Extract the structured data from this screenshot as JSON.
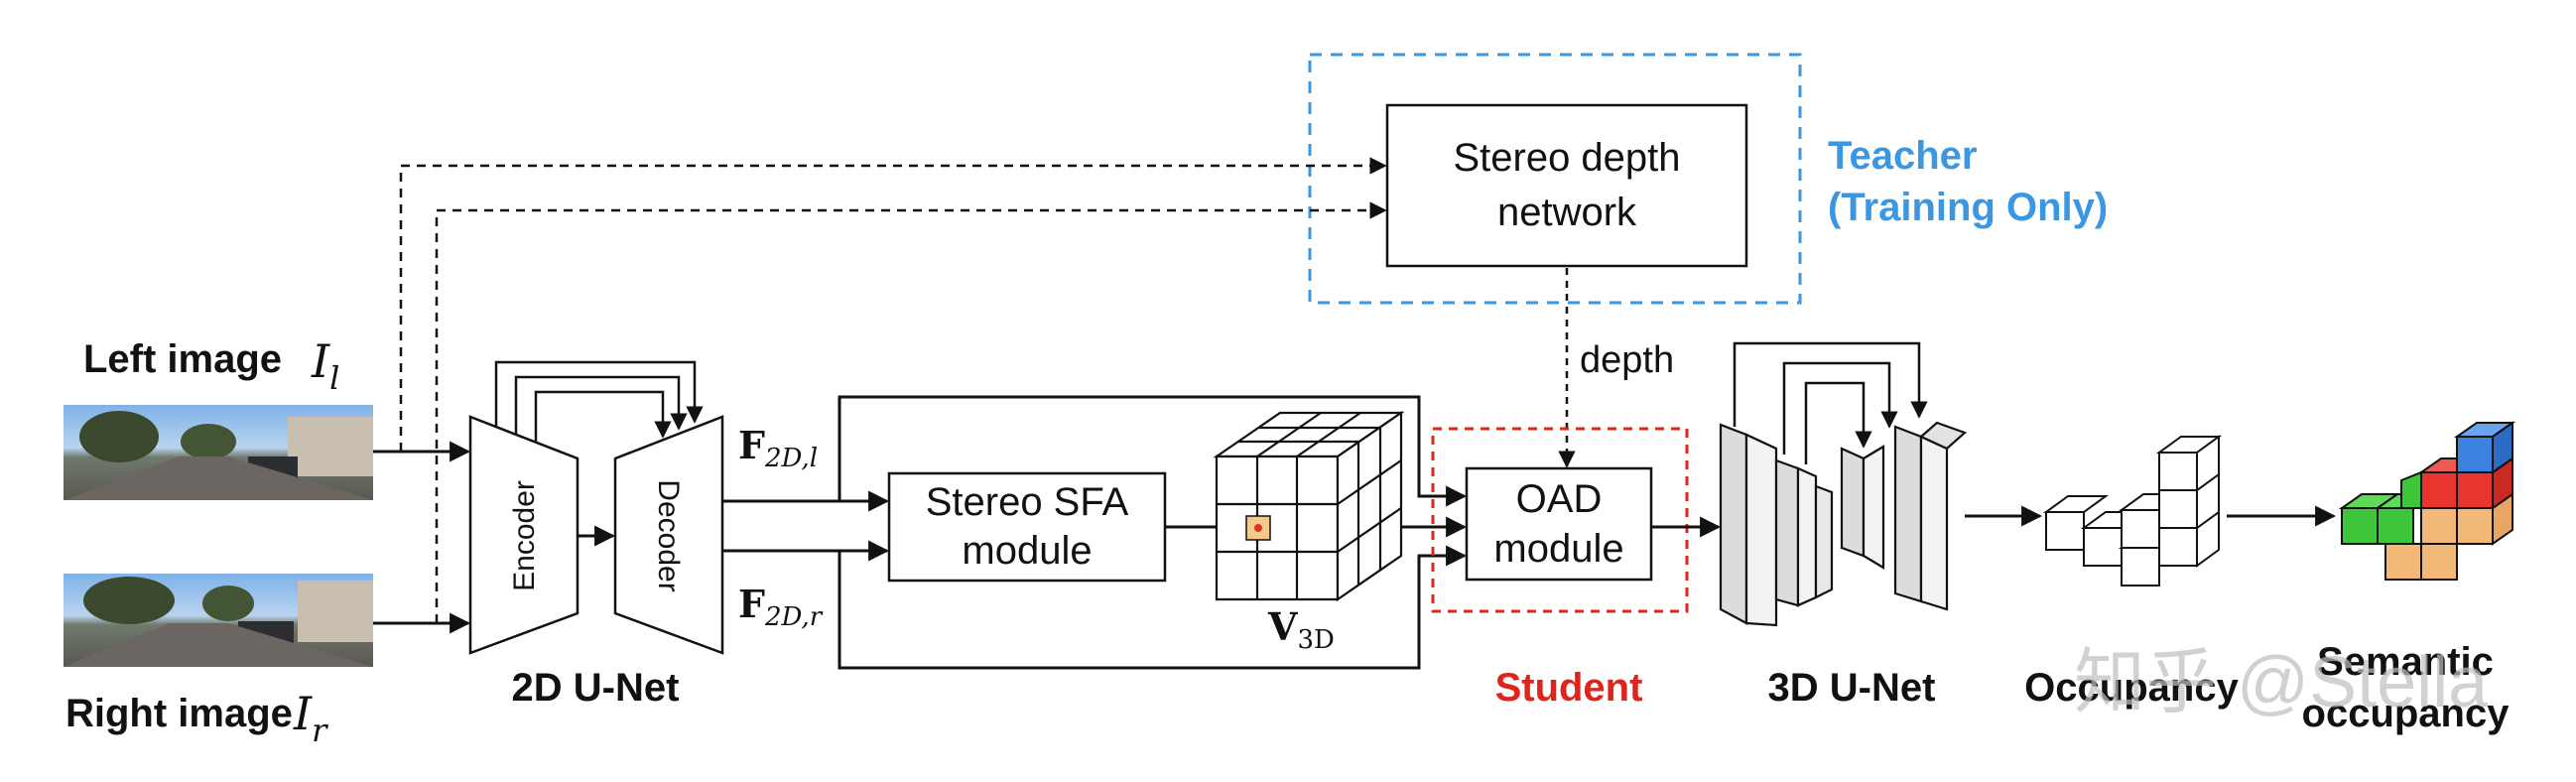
{
  "inputs": {
    "left_label": "Left image",
    "left_symbol": "I",
    "left_sub": "l",
    "right_label": "Right image",
    "right_symbol": "I",
    "right_sub": "r"
  },
  "unet2d": {
    "encoder": "Encoder",
    "decoder": "Decoder",
    "caption": "2D U-Net"
  },
  "features": {
    "left_main": "F",
    "left_sub": "2D,l",
    "right_main": "F",
    "right_sub": "2D,r"
  },
  "sfa": {
    "line1": "Stereo SFA",
    "line2": "module"
  },
  "volume": {
    "main": "V",
    "sub": "3D"
  },
  "teacher": {
    "box_line1": "Stereo depth",
    "box_line2": "network",
    "label_line1": "Teacher",
    "label_line2": "(Training Only)",
    "edge_label": "depth"
  },
  "student": {
    "oad_line1": "OAD",
    "oad_line2": "module",
    "caption": "Student"
  },
  "unet3d": {
    "caption": "3D U-Net"
  },
  "outputs": {
    "occupancy": "Occupancy",
    "semantic_line1": "Semantic",
    "semantic_line2": "occupancy"
  },
  "watermark": "知乎 @Stella",
  "colors": {
    "teacher_blue": "#3b97e2",
    "student_red": "#e0241c",
    "green": "#3ec53a",
    "red": "#e8352d",
    "blue": "#3b82e0",
    "orange": "#f2b878"
  }
}
